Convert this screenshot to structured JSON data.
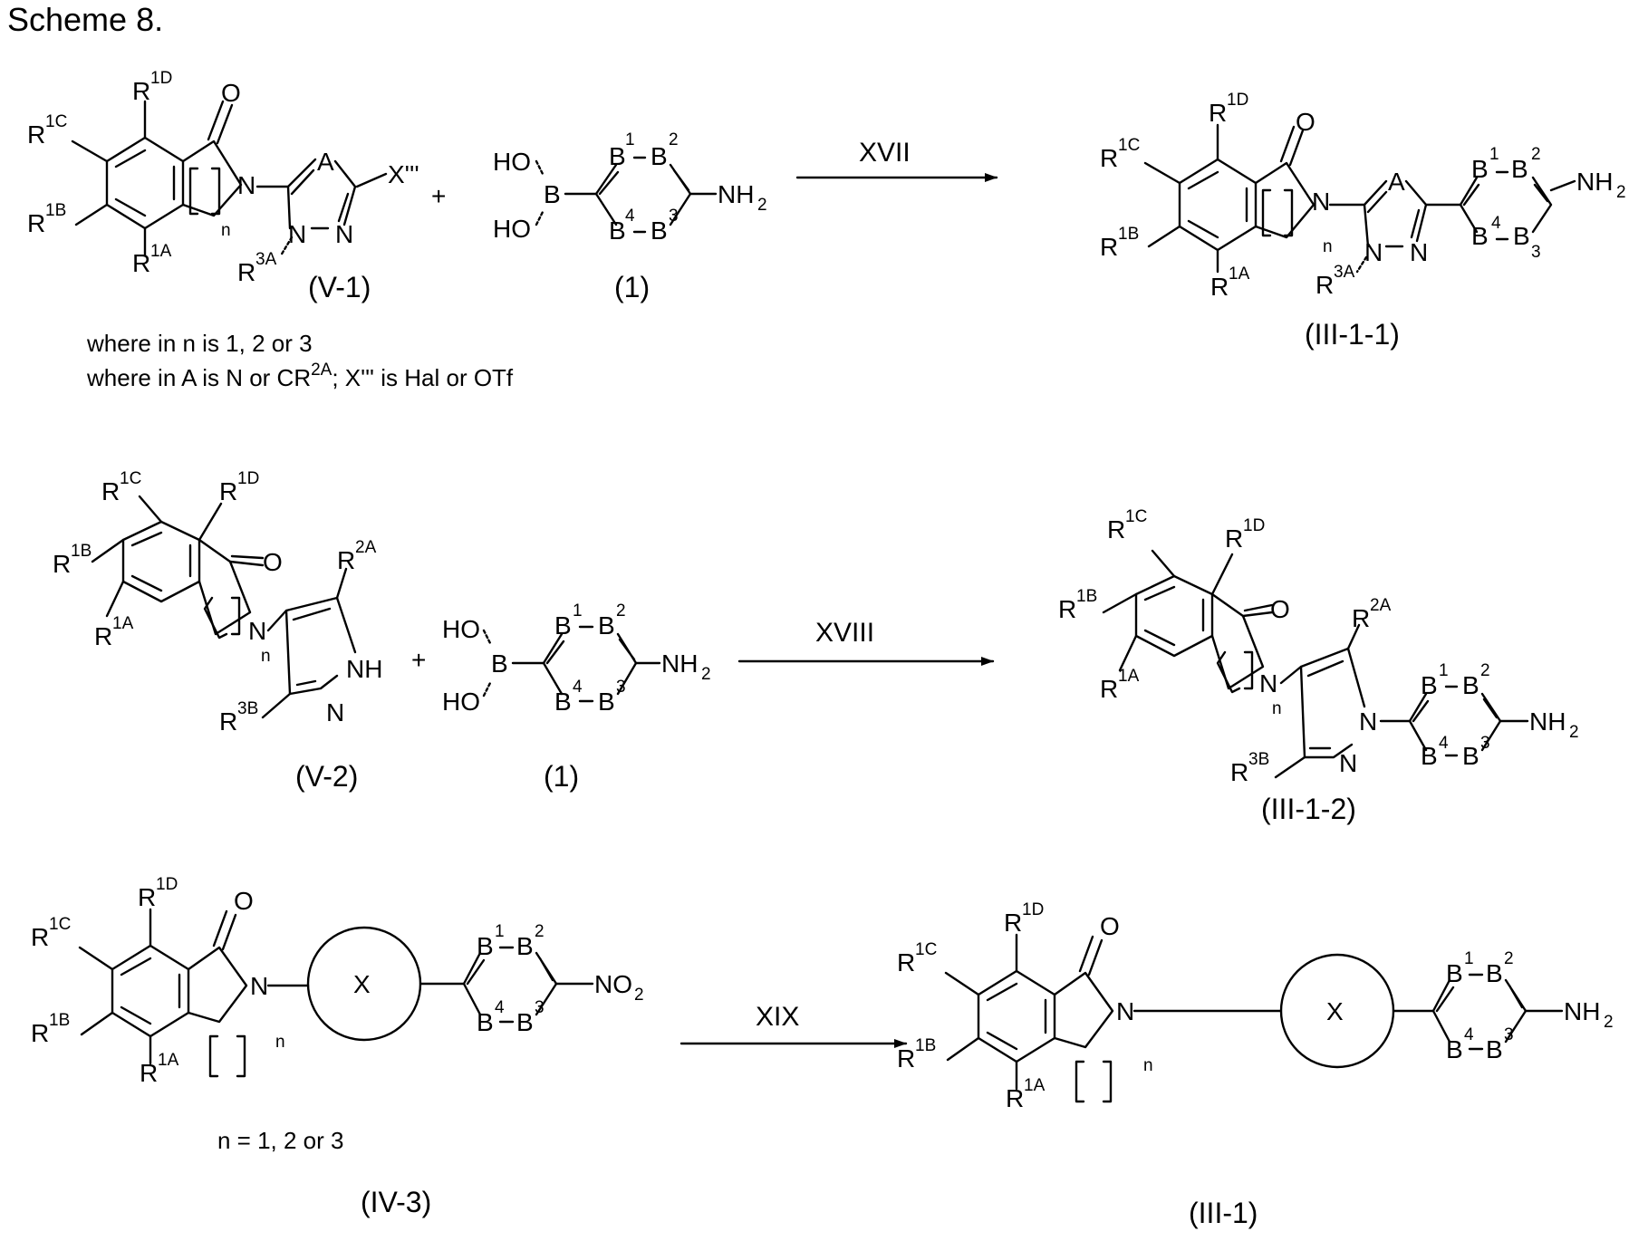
{
  "title": "Scheme 8.",
  "atoms": {
    "R1D": "R",
    "R1D_sup": "1D",
    "R1C": "R",
    "R1C_sup": "1C",
    "R1B": "R",
    "R1B_sup": "1B",
    "R1A": "R",
    "R1A_sup": "1A",
    "R2A": "R",
    "R2A_sup": "2A",
    "R3A": "R",
    "R3A_sup": "3A",
    "R3B": "R",
    "R3B_sup": "3B",
    "O": "O",
    "N": "N",
    "A": "A",
    "n": "n",
    "X3": "X'''",
    "HO": "HO",
    "B": "B",
    "NH": "NH",
    "NH2": "NH",
    "NH2_sub": "2",
    "NO2": "NO",
    "NO2_sub": "2",
    "ringB": "B",
    "b1": "1",
    "b2": "2",
    "b3": "3",
    "b4": "4",
    "X": "X",
    "plus": "+"
  },
  "reactions": [
    {
      "reagent": "XVII",
      "reactant1": "(V-1)",
      "reactant2": "(1)",
      "product": "(III-1-1)"
    },
    {
      "reagent": "XVIII",
      "reactant1": "(V-2)",
      "reactant2": "(1)",
      "product": "(III-1-2)"
    },
    {
      "reagent": "XIX",
      "reactant1": "(IV-3)",
      "product": "(III-1)"
    }
  ],
  "notes": {
    "line1": "where in n is 1, 2 or 3",
    "line2_a": "where in A is N or CR",
    "line2_sup": "2A",
    "line2_b": "; X''' is Hal or OTf",
    "n_def": "n = 1, 2 or 3"
  },
  "colors": {
    "ink": "#000000",
    "background": "#ffffff"
  }
}
